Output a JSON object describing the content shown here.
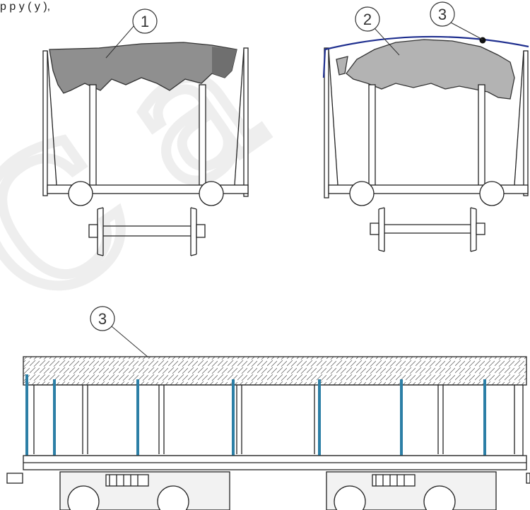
{
  "header": {
    "caption_fragment": "p       p  y (     y   ),"
  },
  "callouts": {
    "one": "1",
    "two": "2",
    "three_top": "3",
    "three_bottom": "3"
  },
  "colors": {
    "line": "#222222",
    "load_dark": "#8a8a8a",
    "load_light": "#b5b5b5",
    "tarp_blue": "#1f2f8f",
    "strap_teal": "#2c7fa6",
    "watermark": "#eeeeee"
  }
}
